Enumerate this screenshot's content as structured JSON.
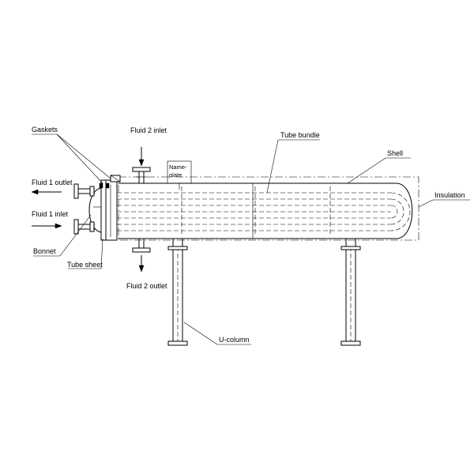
{
  "labels": {
    "gaskets": "Gaskets",
    "fluid2_inlet": "Fluid 2 inlet",
    "tube_bundle": "Tube bundle",
    "shell": "Shell",
    "fluid1_outlet": "Fluid 1 outlet",
    "nameplate_line1": "Name-",
    "nameplate_line2": "plate",
    "insulation": "Insulation",
    "fluid1_inlet": "Fluid 1 inlet",
    "bonnet": "Bonnet",
    "tube_sheet": "Tube sheet",
    "fluid2_outlet": "Fluid 2 outlet",
    "u_column": "U-column"
  },
  "colors": {
    "line": "#000000",
    "background": "#ffffff"
  }
}
